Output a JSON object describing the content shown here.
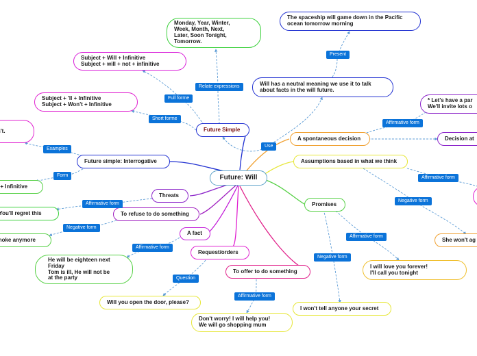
{
  "center": "Future: Will",
  "nodes": {
    "future_simple": "Future Simple",
    "interrogative": "Future simple: Interrogative",
    "threats": "Threats",
    "refuse": "To refuse to do something",
    "fact": "A fact",
    "request": "Request/orders",
    "offer": "To offer to do something",
    "promises": "Promises",
    "assumptions": "Assumptions based in what we think",
    "spontaneous": "A spontaneous decision",
    "use_meaning": "Will has a neutral meaning we use it to talk\nabout facts in the will future.",
    "spaceship": "The spaceship will game down in the Pacific\nocean tomorrow morning",
    "time_expr": "Monday, Year, Winter,\nWeek, Month, Next,\nLater, Soon Tonight,\nTomorrow.",
    "full_form": "Subject + Will + Infinitive\nSubject + will + not + infinitive",
    "short_form": "Subject + 'll + Infinitive\nSubject + Won't + Infinitive",
    "examples_text": "on't.",
    "form_text": "ct + Infinitive",
    "threat_aff": "t! You'll regret this",
    "refuse_neg": "smoke anymore",
    "fact_aff": "He will be eighteen next\nFriday\nTom is ill, He will not be\nat the party",
    "question_ex": "Will you open the door, please?",
    "offer_aff": "Don't worry! I will help you!\nWe will go shopping mum",
    "promise_neg": "I won't tell anyone your secret",
    "promise_aff": "I will love you forever!\nI'll call you tonight",
    "spont_aff": "* Let's have a par\nWe'll invite lots o",
    "decision_at": "Decision at",
    "assume_neg": "She won't ag"
  },
  "labels": {
    "present": "Present",
    "relate": "Relate expressions",
    "full_form": "Full forme",
    "short_form": "Short forme",
    "use": "Use",
    "examples": "Examples",
    "form": "Form",
    "aff_threats": "Affirmative form",
    "neg_refuse": "Negative form",
    "aff_fact": "Affirmative form",
    "question": "Question",
    "aff_offer": "Affirmative form",
    "neg_promise": "Negative form",
    "aff_promise": "Affirmative form",
    "aff_spont": "Affirmative form",
    "aff_assume": "Affirmative form",
    "neg_assume": "Negative form"
  },
  "colors": {
    "tag": "#0b73d9",
    "line_dashed": "#5b9bd5",
    "future_simple_border": "#1f2fd1",
    "future_simple_text": "#7a1010",
    "interrogative": "#1f2fd1",
    "threats": "#8a22c9",
    "refuse": "#a020c0",
    "fact": "#c21ad8",
    "request": "#e020d0",
    "offer": "#e0208a",
    "promises": "#55d044",
    "assumptions": "#e6e635",
    "spontaneous": "#f0a030",
    "use_meaning": "#1f2fd1",
    "spaceship": "#1f2fd1",
    "time_expr": "#3ad03a",
    "full_form": "#d81ad8",
    "short_form": "#e020d0",
    "examples_text": "#e020d0",
    "form_text": "#55d044",
    "threat_aff": "#3ad03a",
    "refuse_neg": "#55d044",
    "fact_aff": "#55d044",
    "question_ex": "#e6e635",
    "offer_aff": "#e6e635",
    "promise_neg": "#e6e635",
    "promise_aff": "#f0c030",
    "spont_aff": "#8a22c9",
    "decision_at": "#8a22c9",
    "assume_neg": "#f0a030",
    "center": "#5aa0c8"
  }
}
